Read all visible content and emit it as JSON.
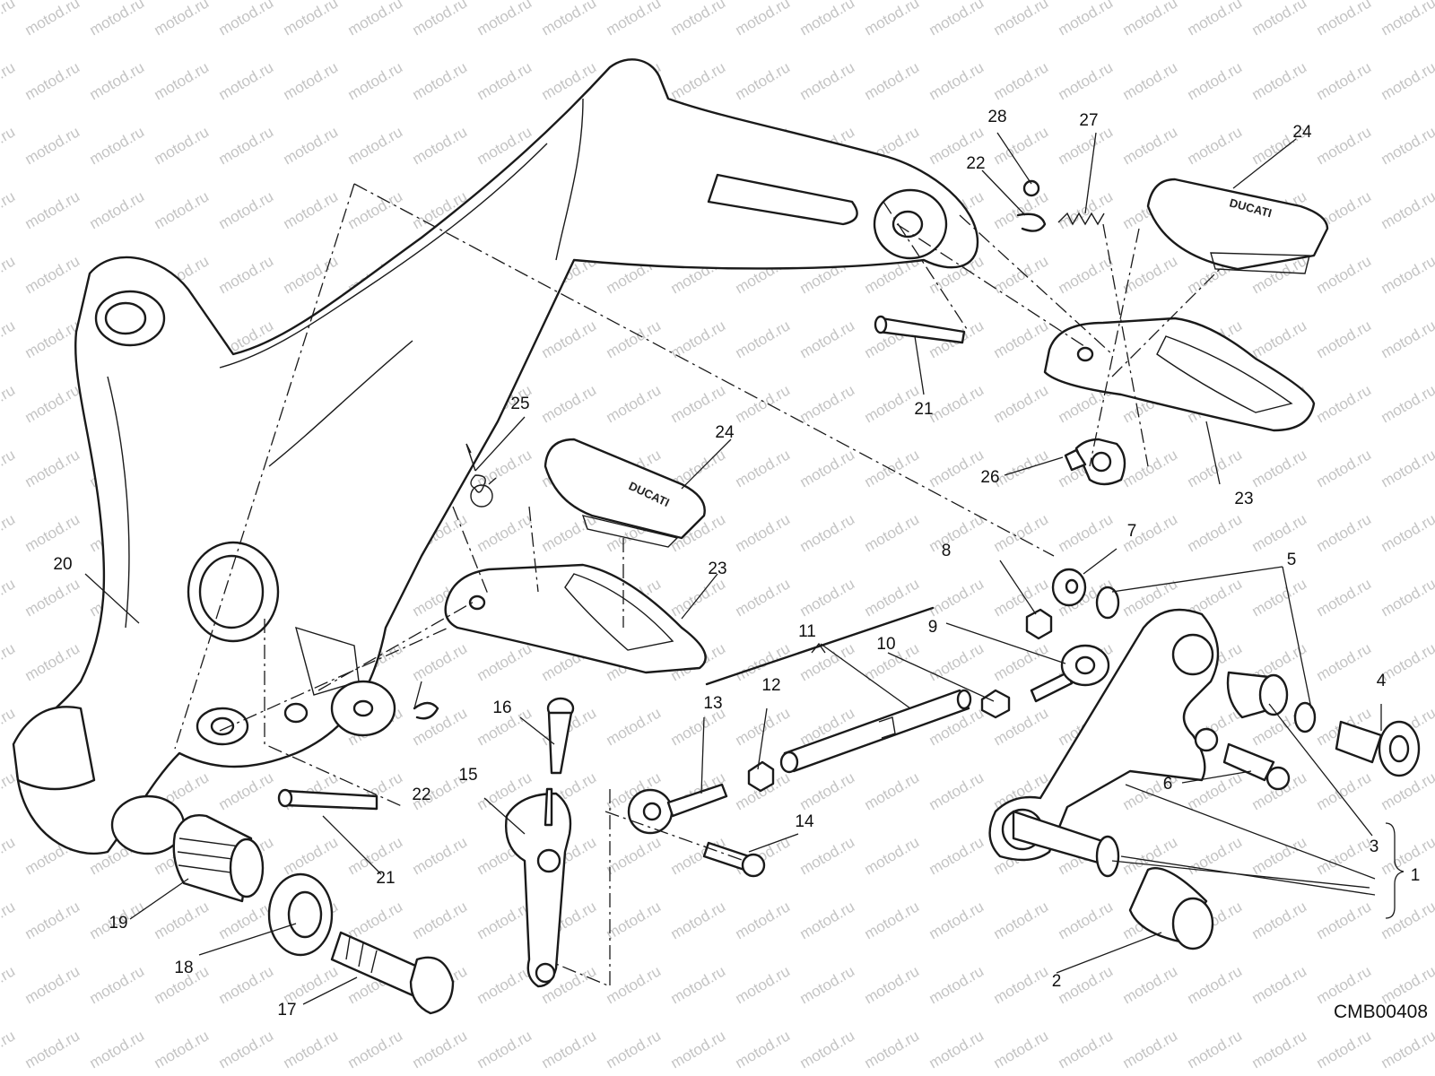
{
  "diagram": {
    "code": "CMB00408",
    "watermark": "motod.ru",
    "brand_mark": "DUCATI",
    "callouts": [
      "1",
      "2",
      "3",
      "4",
      "5",
      "6",
      "7",
      "8",
      "9",
      "10",
      "11",
      "12",
      "13",
      "14",
      "15",
      "16",
      "17",
      "18",
      "19",
      "20",
      "21",
      "21",
      "22",
      "22",
      "23",
      "23",
      "24",
      "24",
      "25",
      "26",
      "27",
      "28"
    ]
  }
}
